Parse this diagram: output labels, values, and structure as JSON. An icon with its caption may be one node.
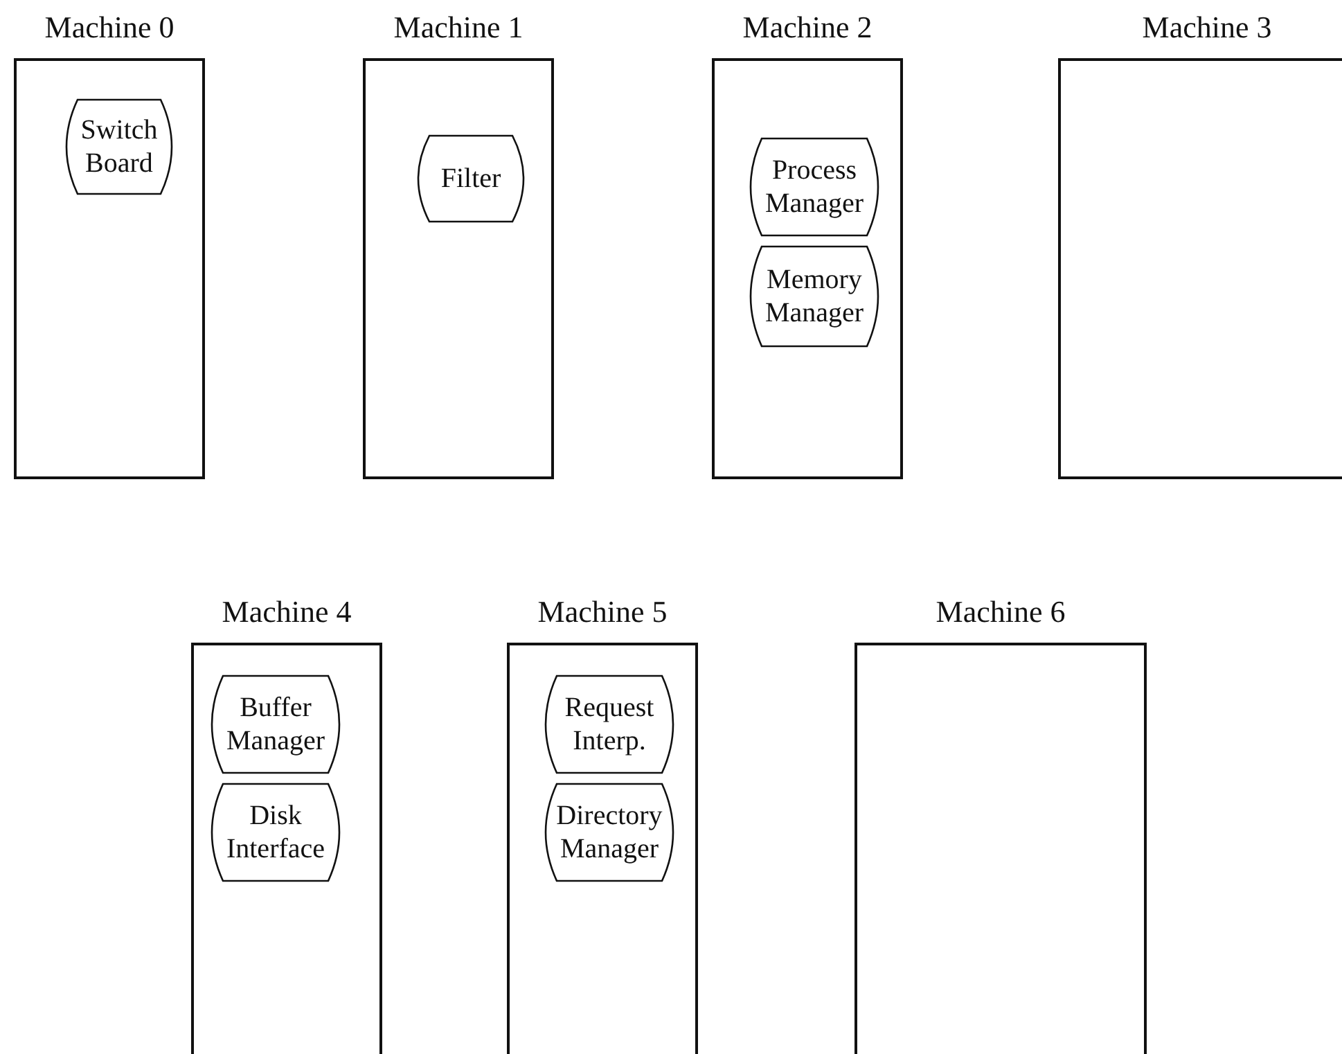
{
  "diagram": {
    "nodes": [
      {
        "text": [
          "Machine 0"
        ]
      },
      {
        "text": [
          "Switch Board"
        ],
        "in": 0
      },
      {
        "text": [
          "Machine 1"
        ]
      },
      {
        "text": [
          "Filter"
        ],
        "in": 2
      },
      {
        "text": [
          "Machine 2"
        ]
      },
      {
        "text": [
          "Process Manager"
        ],
        "in": 4
      },
      {
        "text": [
          "Memory Manager"
        ],
        "in": 4
      },
      {
        "text": [
          "Machine 3"
        ]
      },
      {
        "text": [
          "Machine 4"
        ]
      },
      {
        "text": [
          "Buffer Manager"
        ],
        "in": 8
      },
      {
        "text": [
          "Disk Interface"
        ],
        "in": 8
      },
      {
        "text": [
          "Machine 5"
        ]
      },
      {
        "text": [
          "Request Interp."
        ],
        "in": 11
      },
      {
        "text": [
          "Directory Manager"
        ],
        "in": 11
      },
      {
        "text": [
          "Machine 6"
        ]
      }
    ]
  }
}
